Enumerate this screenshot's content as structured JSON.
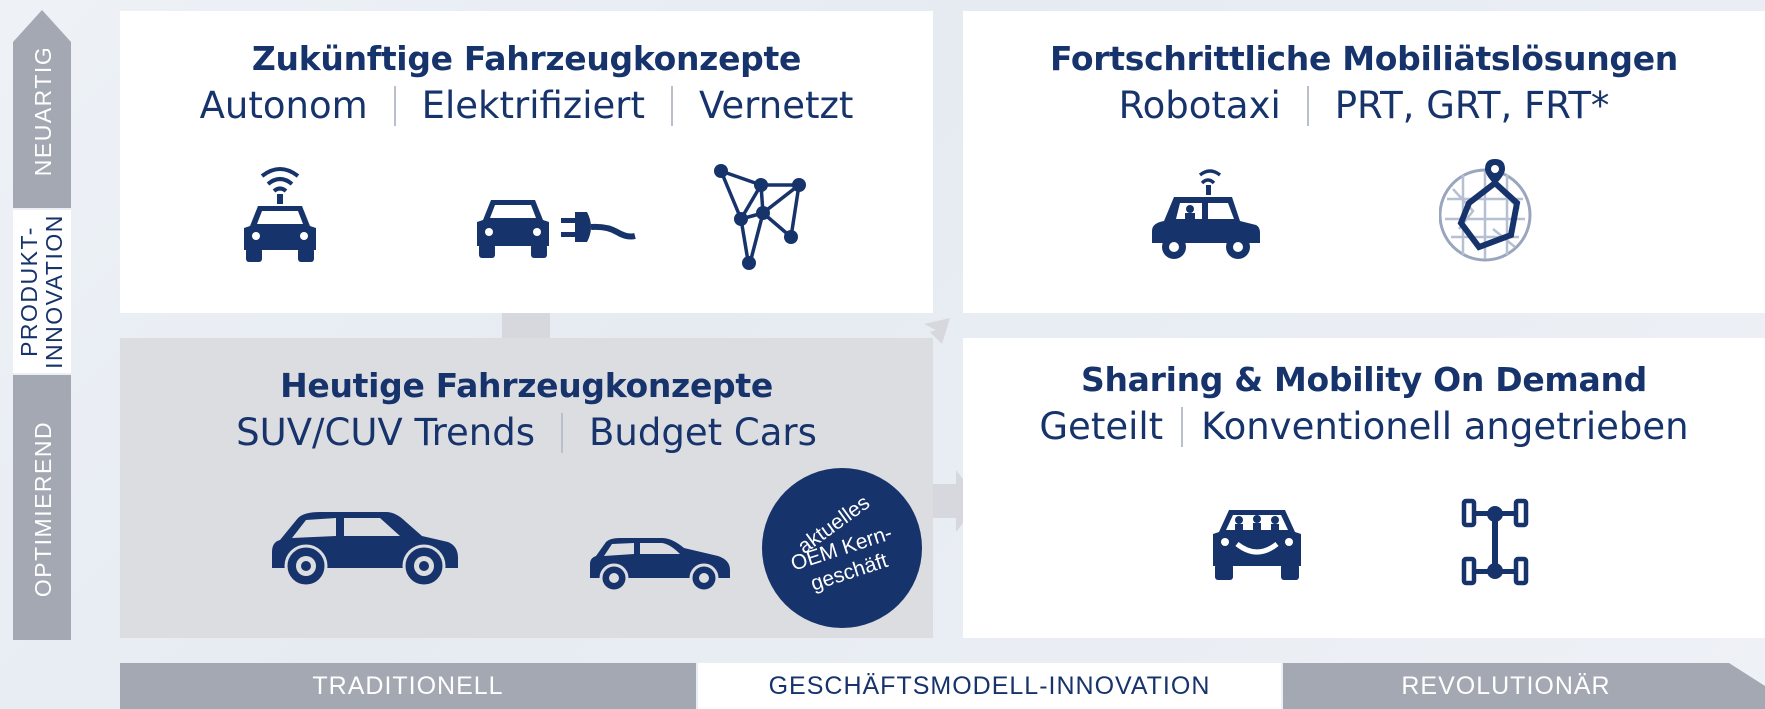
{
  "axis_y": {
    "top_label": "NEUARTIG",
    "middle_label_line1": "PRODUKT-",
    "middle_label_line2": "INNOVATION",
    "bottom_label": "OPTIMIEREND"
  },
  "axis_x": {
    "left_label": "TRADITIONELL",
    "middle_label": "GESCHÄFTSMODELL-INNOVATION",
    "right_label": "REVOLUTIONÄR"
  },
  "cards": {
    "future": {
      "title": "Zukünftige Fahrzeugkonzepte",
      "items": [
        "Autonom",
        "Elektrifiziert",
        "Vernetzt"
      ],
      "icons": [
        "autonomous-car-icon",
        "electric-car-icon",
        "network-icon"
      ]
    },
    "advanced": {
      "title": "Fortschrittliche Mobiliätslösungen",
      "items": [
        "Robotaxi",
        "PRT, GRT, FRT*"
      ],
      "icons": [
        "robotaxi-icon",
        "route-map-icon"
      ]
    },
    "today": {
      "title": "Heutige Fahrzeugkonzepte",
      "items": [
        "SUV/CUV Trends",
        "Budget Cars"
      ],
      "icons": [
        "suv-icon",
        "hatchback-icon"
      ],
      "badge": [
        "aktuelles",
        "OEM Kern-",
        "geschäft"
      ]
    },
    "sharing": {
      "title": "Sharing & Mobility On Demand",
      "items": [
        "Geteilt",
        "Konventionell angetrieben"
      ],
      "icons": [
        "shared-car-icon",
        "drivetrain-icon"
      ]
    }
  },
  "colors": {
    "navy": "#17336b",
    "grey_card": "#dcdde1",
    "axis_grey": "#a3a8b2",
    "arrow_grey": "#d6d8de"
  }
}
